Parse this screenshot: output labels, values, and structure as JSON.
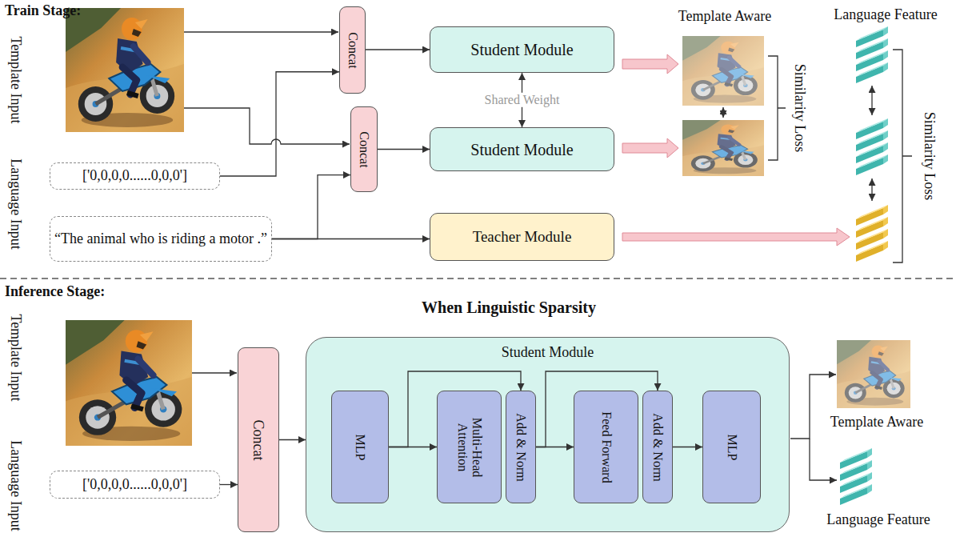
{
  "diagram": {
    "nodes": [
      {
        "text": [
          "Concat"
        ]
      },
      {
        "text": [
          "Student Module"
        ]
      },
      {
        "text": [
          "Concat"
        ]
      },
      {
        "text": [
          "Student Module"
        ]
      },
      {
        "text": [
          "['0,0,0,0......0,0,0']"
        ]
      },
      {
        "text": [
          "“The animal who is riding a motor .”"
        ]
      },
      {
        "text": [
          "Teacher Module"
        ]
      },
      {
        "text": [
          "['0,0,0,0......0,0,0']"
        ]
      },
      {
        "text": [
          "Concat"
        ]
      },
      {
        "text": [
          "Student Module"
        ]
      },
      {
        "text": [
          "MLP"
        ],
        "in": 9
      },
      {
        "text": [
          "Multi-Head Attention"
        ],
        "in": 9
      },
      {
        "text": [
          "Add & Norm"
        ],
        "in": 9
      },
      {
        "text": [
          "Feed Forward"
        ],
        "in": 9
      },
      {
        "text": [
          "Add & Norm"
        ],
        "in": 9
      },
      {
        "text": [
          "MLP"
        ],
        "in": 9
      }
    ],
    "edges": [
      {
        "from": 4,
        "to": 0,
        "arrow": "to"
      },
      {
        "from": 5,
        "to": 2,
        "arrow": "to"
      },
      {
        "from": 5,
        "to": 6,
        "arrow": "to"
      },
      {
        "from": 0,
        "to": 1,
        "arrow": "to"
      },
      {
        "from": 2,
        "to": 3,
        "arrow": "to"
      },
      {
        "from": 1,
        "to": 3,
        "arrow": "both",
        "label": "Shared Weight"
      },
      {
        "from": 7,
        "to": 8,
        "arrow": "to"
      },
      {
        "from": 8,
        "to": 9,
        "arrow": "to"
      },
      {
        "from": 10,
        "to": 11,
        "arrow": "to"
      },
      {
        "from": 10,
        "to": 12,
        "arrow": "to"
      },
      {
        "from": 12,
        "to": 13,
        "arrow": "to"
      },
      {
        "from": 12,
        "to": 14,
        "arrow": "to"
      },
      {
        "from": 14,
        "to": 15,
        "arrow": "to"
      }
    ],
    "labels": [
      "Train Stage:",
      "Template Input",
      "Language Input",
      "Template Aware",
      "Language Feature",
      "Similarity Loss",
      "Similarity Loss",
      "Inference Stage:",
      "Template Input",
      "Language Input",
      "When Linguistic Sparsity",
      "Template Aware",
      "Language Feature"
    ]
  }
}
